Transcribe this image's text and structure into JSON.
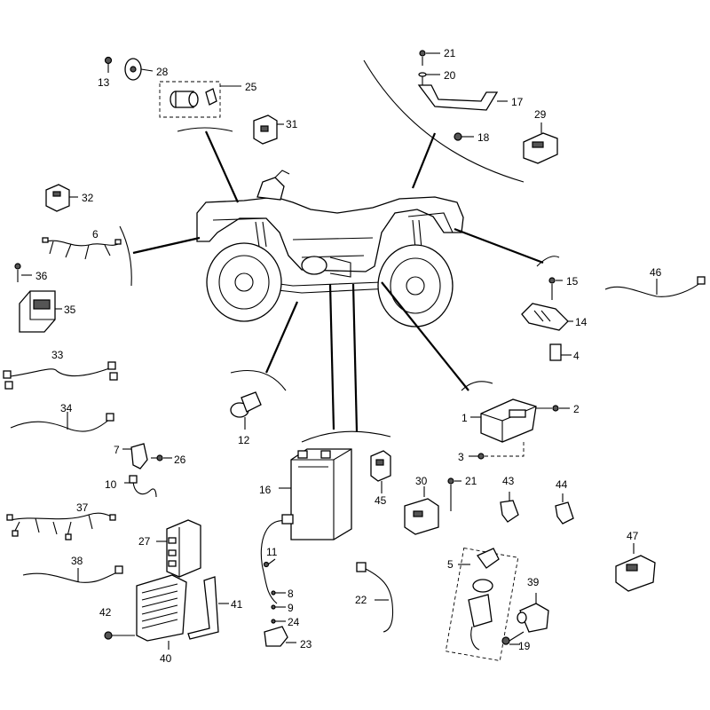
{
  "diagram": {
    "labels": {
      "p1": "1",
      "p2": "2",
      "p3": "3",
      "p4": "4",
      "p5": "5",
      "p6": "6",
      "p7": "7",
      "p8": "8",
      "p9": "9",
      "p10": "10",
      "p11": "11",
      "p12": "12",
      "p13": "13",
      "p14": "14",
      "p15": "15",
      "p16": "16",
      "p17": "17",
      "p18": "18",
      "p19": "19",
      "p20": "20",
      "p21": "21",
      "p21b": "21",
      "p22": "22",
      "p23": "23",
      "p24": "24",
      "p25": "25",
      "p26": "26",
      "p27": "27",
      "p28": "28",
      "p29": "29",
      "p30": "30",
      "p31": "31",
      "p32": "32",
      "p33": "33",
      "p34": "34",
      "p35": "35",
      "p36": "36",
      "p37": "37",
      "p38": "38",
      "p39": "39",
      "p40": "40",
      "p41": "41",
      "p42": "42",
      "p43": "43",
      "p44": "44",
      "p45": "45",
      "p46": "46",
      "p47": "47"
    }
  }
}
